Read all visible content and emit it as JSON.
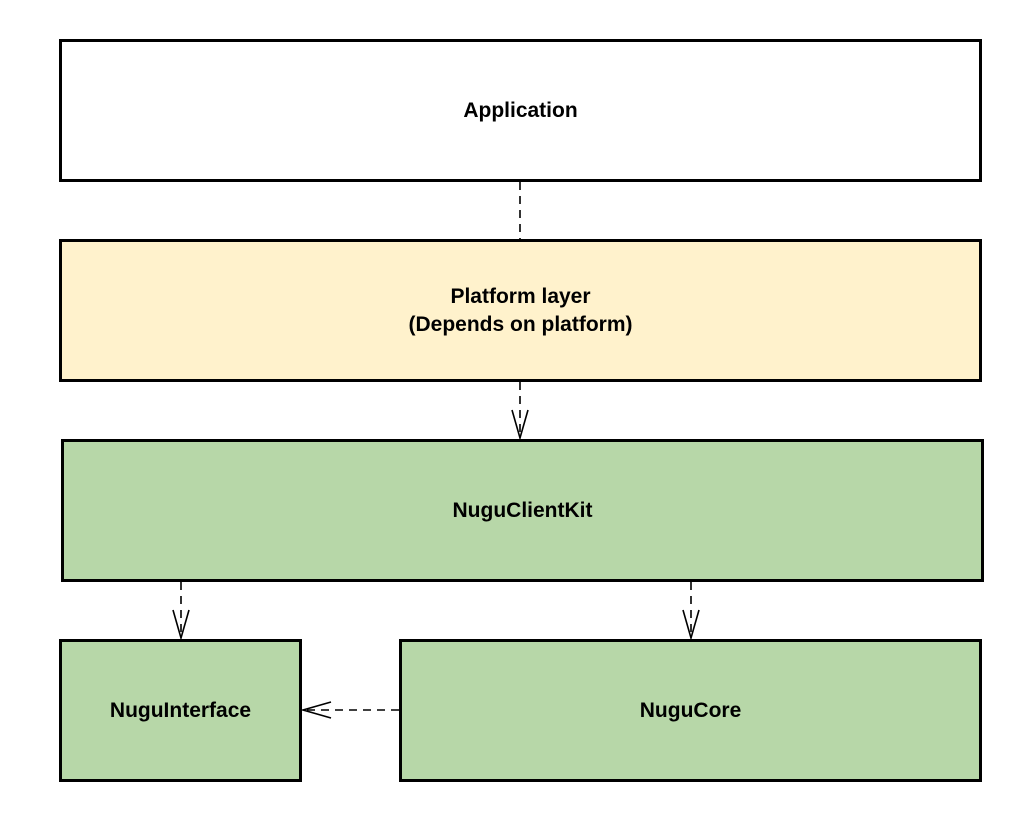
{
  "colors": {
    "application": "#ffffff",
    "platform": "#fff2cc",
    "module": "#b7d7a8",
    "stroke": "#000000"
  },
  "nodes": {
    "application": {
      "label": "Application"
    },
    "platform": {
      "line1": "Platform layer",
      "line2": "(Depends on platform)"
    },
    "client_kit": {
      "label": "NuguClientKit"
    },
    "interface": {
      "label": "NuguInterface"
    },
    "core": {
      "label": "NuguCore"
    }
  },
  "edges": [
    {
      "from": "application",
      "to": "platform",
      "style": "dashed",
      "arrow": "none"
    },
    {
      "from": "platform",
      "to": "client_kit",
      "style": "dashed",
      "arrow": "open"
    },
    {
      "from": "client_kit",
      "to": "interface",
      "style": "dashed",
      "arrow": "open"
    },
    {
      "from": "client_kit",
      "to": "core",
      "style": "dashed",
      "arrow": "open"
    },
    {
      "from": "core",
      "to": "interface",
      "style": "dashed",
      "arrow": "open"
    }
  ]
}
